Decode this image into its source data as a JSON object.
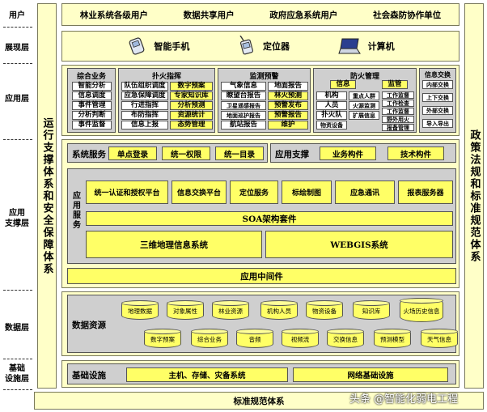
{
  "layers": {
    "user": "用户",
    "display": "展现层",
    "application": "应用层",
    "app_support": "应用\n支撑层",
    "data": "数据层",
    "infra": "基础\n设施层"
  },
  "left_vertical": "运行支撑体系和安全保障体系",
  "right_vertical": "政策法规和标准规范体系",
  "users": [
    "林业系统各级用户",
    "数据共享用户",
    "政府应急系统用户",
    "社会森防协作单位"
  ],
  "devices": [
    {
      "label": "智能手机",
      "icon": "phone-icon"
    },
    {
      "label": "定位器",
      "icon": "locator-icon"
    },
    {
      "label": "计算机",
      "icon": "computer-icon"
    }
  ],
  "app_groups": {
    "integrated": {
      "title": "综合业务",
      "items": [
        "智能分析",
        "信息调度",
        "事件管理",
        "分析判断",
        "事件监督"
      ]
    },
    "firefight": {
      "title": "扑火指挥",
      "col1": [
        "队伍组织调度",
        "应急保障调度",
        "行进指挥",
        "布防指挥",
        "信息上报"
      ],
      "col2": [
        "数字预案",
        "专家知识库",
        "分析预测",
        "资源统计",
        "态势管理"
      ]
    },
    "monitor": {
      "title": "监测预警",
      "col1": [
        "气象信息",
        "瞭望台报告",
        "卫星遥感报告",
        "地面巡护报告",
        "航站报告"
      ],
      "col2": [
        "地面报告",
        "林火预测",
        "预警发布",
        "预警报告",
        "维护"
      ]
    },
    "prevention": {
      "title": "防火管理",
      "tags": [
        "信息",
        "监管"
      ],
      "col1": [
        "机构",
        "人员",
        "扑火队",
        "物资设备"
      ],
      "col2": [
        "重点人群",
        "火源监测",
        "扩展信息"
      ],
      "col3": [
        "工作监督",
        "工作检查",
        "工作监督",
        "野外用火",
        "报备管理"
      ]
    },
    "exchange": {
      "title": "信息交换",
      "items": [
        "内部交换",
        "上下交换",
        "外部交换",
        "导入导出"
      ]
    }
  },
  "support": {
    "system_service": "系统服务",
    "single_login": "单点登录",
    "unified_auth": "统一权限",
    "unified_dir": "统一目录",
    "app_support": "应用支撑",
    "business_comp": "业务构件",
    "tech_comp": "技术构件",
    "app_service": "应用服务",
    "services": [
      "统一认证和授权平台",
      "信息交换平台",
      "定位服务",
      "标绘制图",
      "应急通讯",
      "报表服务器"
    ],
    "soa": "SOA架构套件",
    "gis3d": "三维地理信息系统",
    "webgis": "WEBGIS系统",
    "middleware": "应用中间件"
  },
  "data": {
    "title": "数据资源",
    "row1": [
      "地理数据",
      "对象属性",
      "林业资源",
      "机构人员",
      "物资设备",
      "知识库",
      "火场历史信息"
    ],
    "row2": [
      "数字预案",
      "综合业务",
      "音频",
      "视频流",
      "交换信息",
      "预测模型",
      "天气信息"
    ]
  },
  "infra": {
    "title": "基础设施",
    "host": "主机、存储、灾备系统",
    "network": "网络基础设施"
  },
  "footer": "标准规范体系",
  "watermark": "头条 @智能化弱电工程"
}
